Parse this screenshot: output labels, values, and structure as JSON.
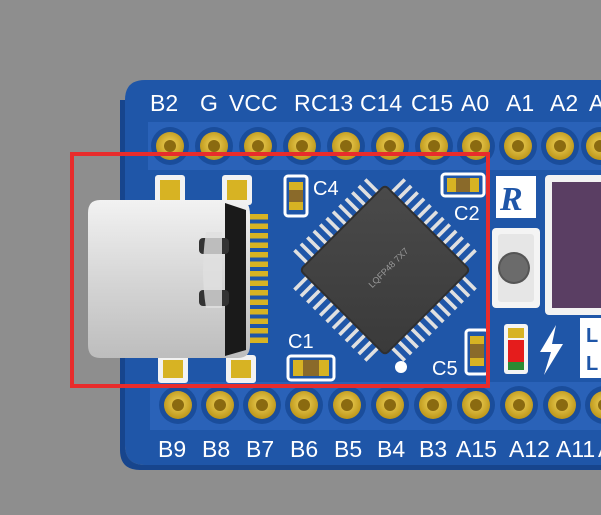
{
  "board": {
    "top_pin_labels": [
      "B2",
      "G",
      "VCC",
      "R",
      "C13",
      "C14",
      "C15",
      "A0",
      "A1",
      "A2",
      "A"
    ],
    "bottom_pin_labels": [
      "B9",
      "B8",
      "B7",
      "B6",
      "B5",
      "B4",
      "B3",
      "A15",
      "A12",
      "A11",
      "A"
    ],
    "capacitors": {
      "c4": "C4",
      "c2": "C2",
      "c1": "C1",
      "c5": "C5"
    },
    "chip_marking": "LQFP48 7X7",
    "logo_letter": "R",
    "partial_silk": [
      "L",
      "L"
    ],
    "colors": {
      "pcb": "#1f56a8",
      "pcb_dark": "#17458d",
      "gold": "#d9b21e",
      "highlight": "#e82c2c",
      "background": "#8e8e8e"
    }
  },
  "icons": {
    "lightning": "lightning-bolt-icon"
  }
}
